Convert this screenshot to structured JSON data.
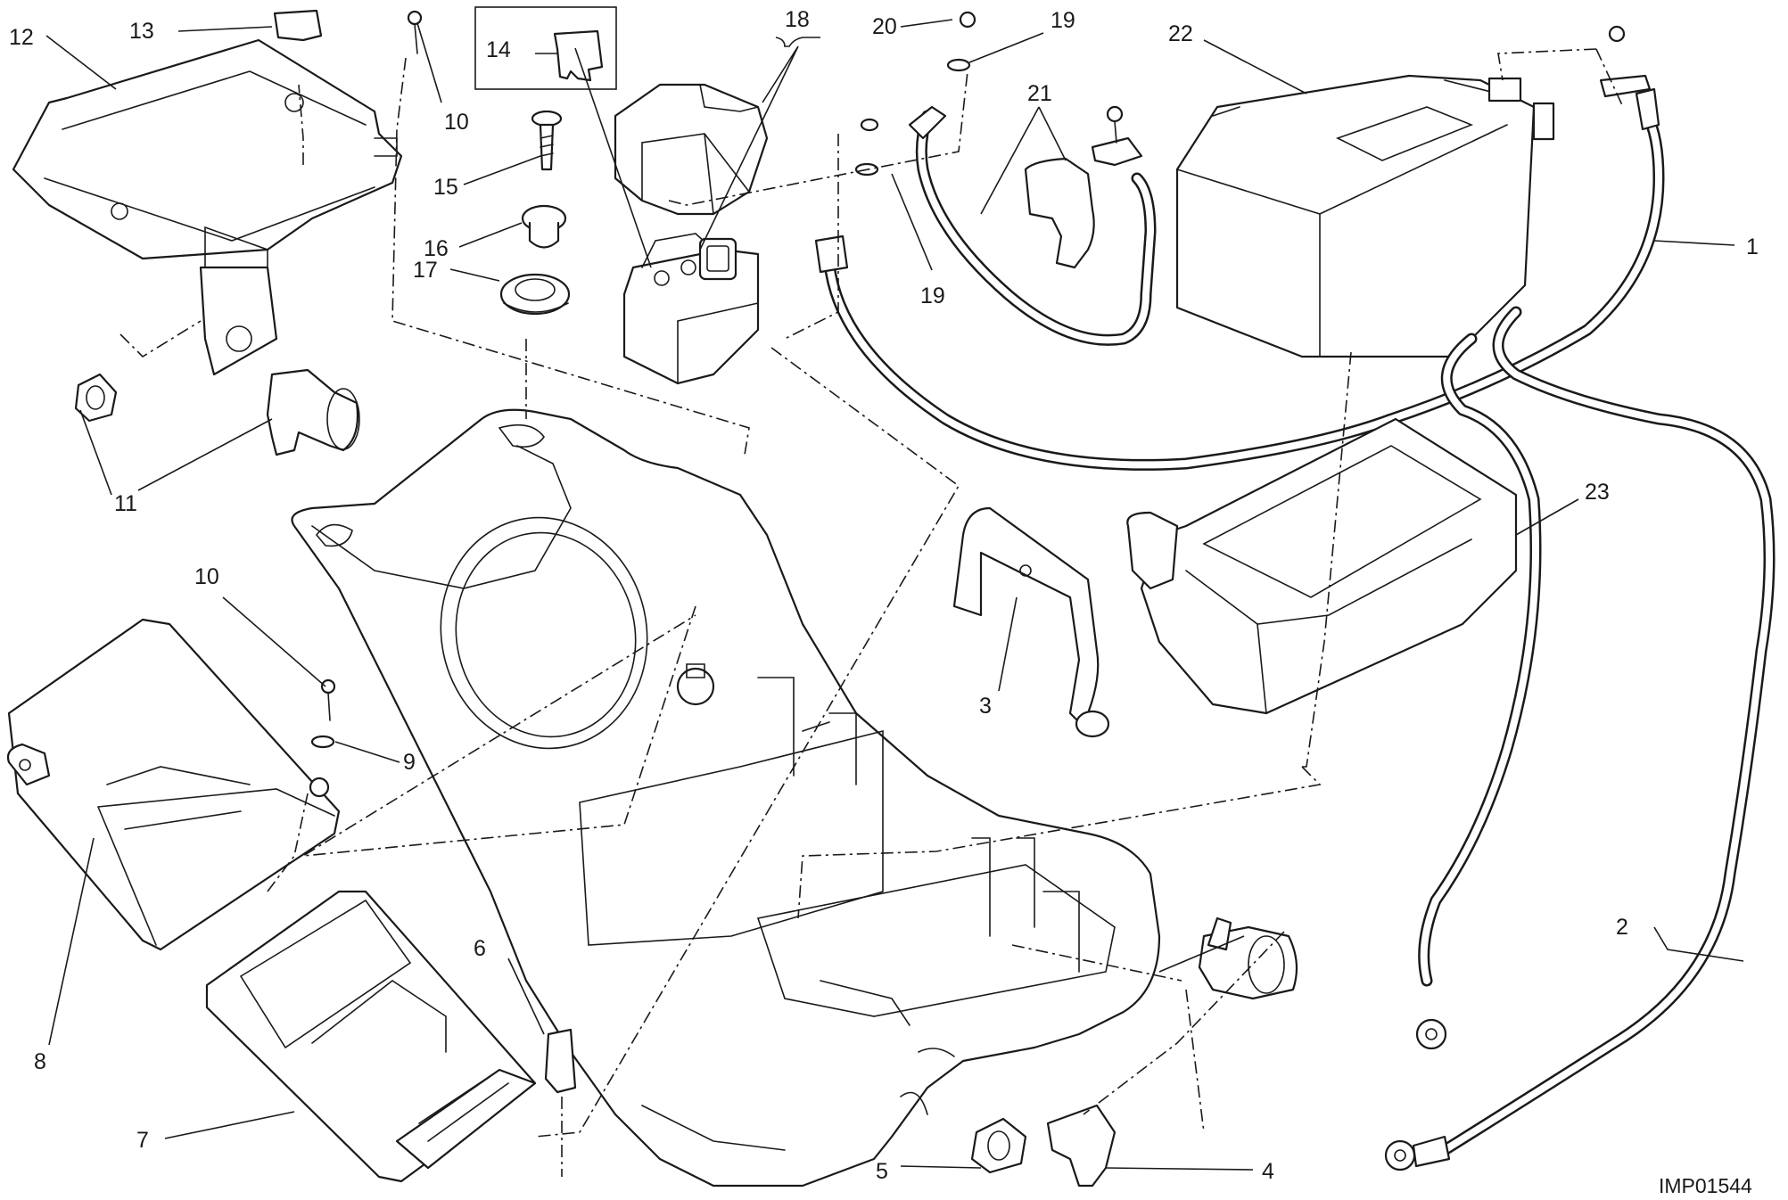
{
  "drawing_code": "IMP01544",
  "callouts": [
    {
      "label": "1"
    },
    {
      "label": "2"
    },
    {
      "label": "3"
    },
    {
      "label": "4"
    },
    {
      "label": "5"
    },
    {
      "label": "6"
    },
    {
      "label": "7"
    },
    {
      "label": "8"
    },
    {
      "label": "9"
    },
    {
      "label": "10"
    },
    {
      "label": "10"
    },
    {
      "label": "11"
    },
    {
      "label": "12"
    },
    {
      "label": "13"
    },
    {
      "label": "14"
    },
    {
      "label": "15"
    },
    {
      "label": "16"
    },
    {
      "label": "17"
    },
    {
      "label": "18"
    },
    {
      "label": "19"
    },
    {
      "label": "19"
    },
    {
      "label": "20"
    },
    {
      "label": "21"
    },
    {
      "label": "22"
    },
    {
      "label": "23"
    }
  ]
}
